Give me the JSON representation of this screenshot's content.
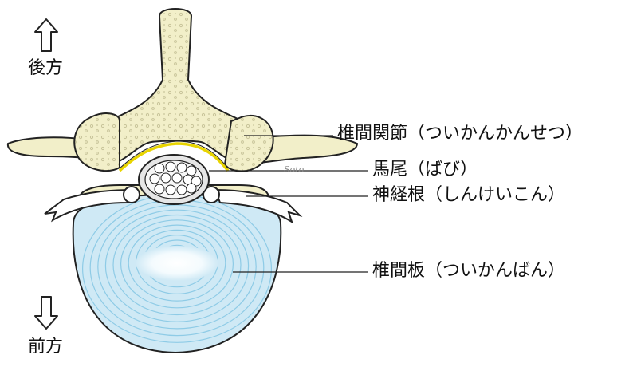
{
  "colors": {
    "bone": "#f2efc9",
    "bone_dots": "#c8c49a",
    "outline": "#222222",
    "disc": "#cfe9f5",
    "disc_rings": "#8ecbe6",
    "disc_center": "#ffffff",
    "dura": "#e6e6e6",
    "nerve": "#ffffff",
    "yellow_ligament": "#e8d400"
  },
  "directions": {
    "posterior": {
      "label": "後方",
      "arrow": "up-arrow"
    },
    "anterior": {
      "label": "前方",
      "arrow": "down-arrow"
    }
  },
  "labels": {
    "facet_joint": "椎間関節（ついかんかんせつ）",
    "cauda_equina": "馬尾（ばび）",
    "nerve_root": "神経根（しんけいこん）",
    "disc": "椎間板（ついかんばん）"
  },
  "signature": "Soto"
}
